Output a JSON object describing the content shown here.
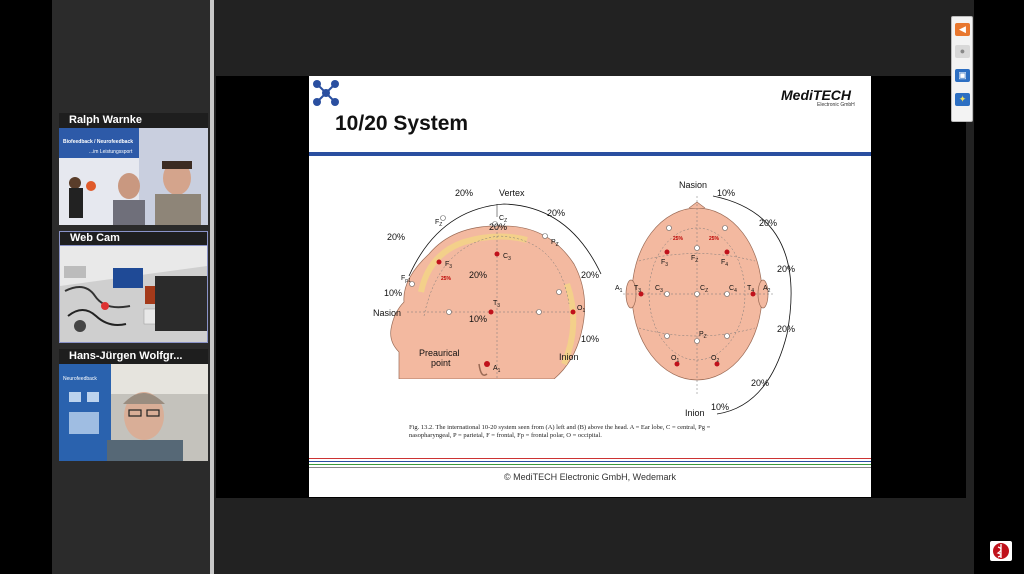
{
  "participants": [
    {
      "name": "Ralph Warnke",
      "banner_text_1": "Biofeedback / Neurofeedback",
      "banner_text_2": "...im Leistungssport"
    },
    {
      "name": "Web Cam"
    },
    {
      "name": "Hans-Jürgen Wolfgr...",
      "banner_text": "Neurofeedback"
    }
  ],
  "slide": {
    "title": "10/20 System",
    "logo": "MediTECH",
    "logo_sub": "Electronic GmbH",
    "caption": "Fig. 13.2. The international 10-20 system seen from (A) left and (B) above the head. A = Ear lobe, C = central, Pg = nasopharyngeal, P = parietal, F = frontal, Fp = frontal polar, O = occipital.",
    "footer": "© MediTECH Electronic GmbH, Wedemark",
    "side_view": {
      "labels": {
        "vertex": "Vertex",
        "nasion": "Nasion",
        "inion": "Inion",
        "preaurical_1": "Preaurical",
        "preaurical_2": "point",
        "p20a": "20%",
        "p20b": "20%",
        "p20c": "20%",
        "p20d": "20%",
        "p20e": "20%",
        "p20f": "20%",
        "p10a": "10%",
        "p10b": "10%",
        "p10c": "10%"
      },
      "electrodes": {
        "fz": "F",
        "cz": "C",
        "pz": "P",
        "fp1": "F",
        "o1": "O",
        "f3": "F",
        "c3": "C",
        "t3": "T",
        "a1": "A"
      },
      "subs": {
        "fz": "Z",
        "cz": "Z",
        "pz": "Z",
        "fp1": "p1",
        "o1": "1",
        "f3": "3",
        "c3": "3",
        "t3": "3",
        "a1": "1"
      },
      "pct25": "25%"
    },
    "top_view": {
      "labels": {
        "nasion": "Nasion",
        "inion": "Inion",
        "p10a": "10%",
        "p10b": "10%",
        "p20a": "20%",
        "p20b": "20%",
        "p20c": "20%",
        "p20d": "20%"
      },
      "electrodes": {
        "f3": "F",
        "fz": "F",
        "f4": "F",
        "a1": "A",
        "t3": "T",
        "c3": "C",
        "cz": "C",
        "c4": "C",
        "t4": "T",
        "a2": "A",
        "pz": "P",
        "o1": "O",
        "o2": "O"
      },
      "subs": {
        "f3": "3",
        "fz": "Z",
        "f4": "4",
        "a1": "1",
        "t3": "3",
        "c3": "3",
        "cz": "Z",
        "c4": "4",
        "t4": "4",
        "a2": "2",
        "pz": "Z",
        "o1": "1",
        "o2": "2"
      },
      "pct25a": "25%",
      "pct25b": "25%"
    }
  },
  "toolbar": {
    "icons": [
      "arrow-left-icon",
      "microphone-icon",
      "window-icon",
      "lightbulb-icon"
    ]
  },
  "colors": {
    "accent_blue": "#2a4fa0",
    "head_skin": "#f3b9a0",
    "electrode_red": "#c0111b",
    "toolbar_orange": "#e8772e"
  }
}
